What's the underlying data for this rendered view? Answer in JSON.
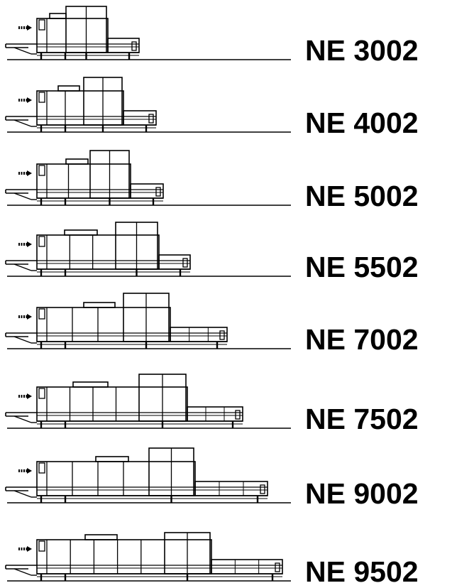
{
  "models": [
    {
      "label": "NE 3002",
      "tanks": 2
    },
    {
      "label": "NE 4002",
      "tanks": 3
    },
    {
      "label": "NE 5002",
      "tanks": 3
    },
    {
      "label": "NE 5502",
      "tanks": 4
    },
    {
      "label": "NE 7002",
      "tanks": 4
    },
    {
      "label": "NE 7502",
      "tanks": 5
    },
    {
      "label": "NE 9002",
      "tanks": 5
    },
    {
      "label": "NE 9502",
      "tanks": 6
    }
  ],
  "colors": {
    "line": "#000000",
    "background": "#ffffff"
  }
}
